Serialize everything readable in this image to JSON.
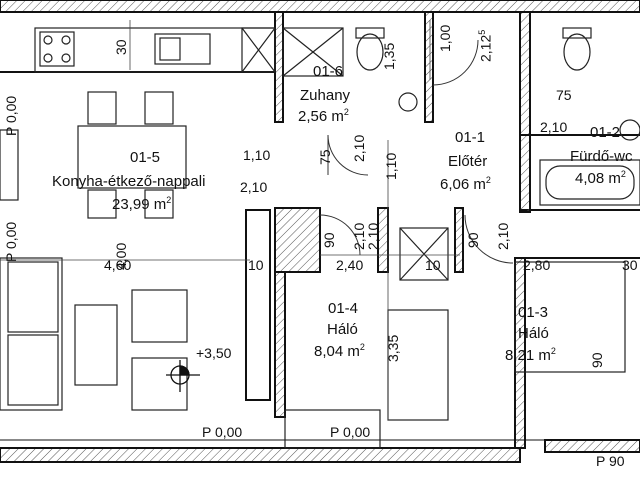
{
  "rooms": [
    {
      "id": "01-5",
      "name": "Konyha-étkező-nappali",
      "area": "23,99 m",
      "unit_sup": "2"
    },
    {
      "id": "01-6",
      "name": "Zuhany",
      "area": "2,56 m",
      "unit_sup": "2"
    },
    {
      "id": "01-1",
      "name": "Előtér",
      "area": "6,06 m",
      "unit_sup": "2"
    },
    {
      "id": "01-2",
      "name": "Fürdő-wc",
      "area": "4,08 m",
      "unit_sup": "2"
    },
    {
      "id": "01-4",
      "name": "Háló",
      "area": "8,04 m",
      "unit_sup": "2"
    },
    {
      "id": "01-3",
      "name": "Háló",
      "area": "8,21 m",
      "unit_sup": "2"
    }
  ],
  "dimensions": {
    "d30": "30",
    "d100": "1,00",
    "d212": "2,12",
    "d212_sup": "5",
    "d135": "1,35",
    "d75a": "75",
    "d210a": "2,10",
    "d110a": "1,10",
    "d210b": "2,10",
    "d75b": "75",
    "d210c": "2,10",
    "d110b": "1,10",
    "d90a": "90",
    "d210d": "2,10",
    "d210e": "2,10",
    "d90b": "90",
    "d210f": "2,10",
    "d10a": "10",
    "d240": "2,40",
    "d10b": "10",
    "d400": "4,00",
    "d460": "4,60",
    "d280": "2,80",
    "d30b": "30",
    "d335": "3,35",
    "d90c": "90"
  },
  "levels": {
    "p_left_top": "P 0,00",
    "p_left_mid": "P 0,00",
    "p_plus": "+3,50",
    "p_bottom1": "P 0,00",
    "p_bottom2": "P 0,00",
    "p_br": "P 90"
  }
}
